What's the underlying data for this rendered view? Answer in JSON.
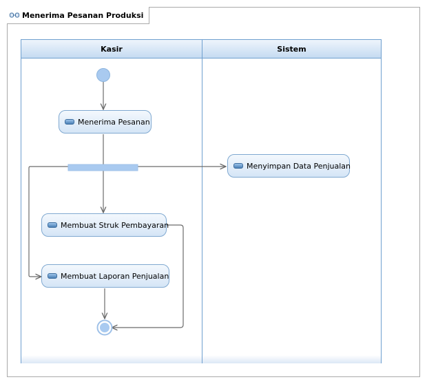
{
  "diagram": {
    "title": "Menerima Pesanan Produksi",
    "lanes": [
      {
        "id": "lane-kasir",
        "label": "Kasir"
      },
      {
        "id": "lane-sistem",
        "label": "Sistem"
      }
    ],
    "actions": {
      "menerima_pesanan": "Menerima Pesanan",
      "menyimpan_data": "Menyimpan Data Penjualan",
      "membuat_struk": "Membuat Struk Pembayaran",
      "membuat_laporan": "Membuat Laporan Penjualan"
    },
    "colors": {
      "lane_border": "#6e9fcf",
      "action_border": "#7fa8d0",
      "node_fill": "#a9caf0",
      "edge": "#6b6b6b"
    }
  }
}
